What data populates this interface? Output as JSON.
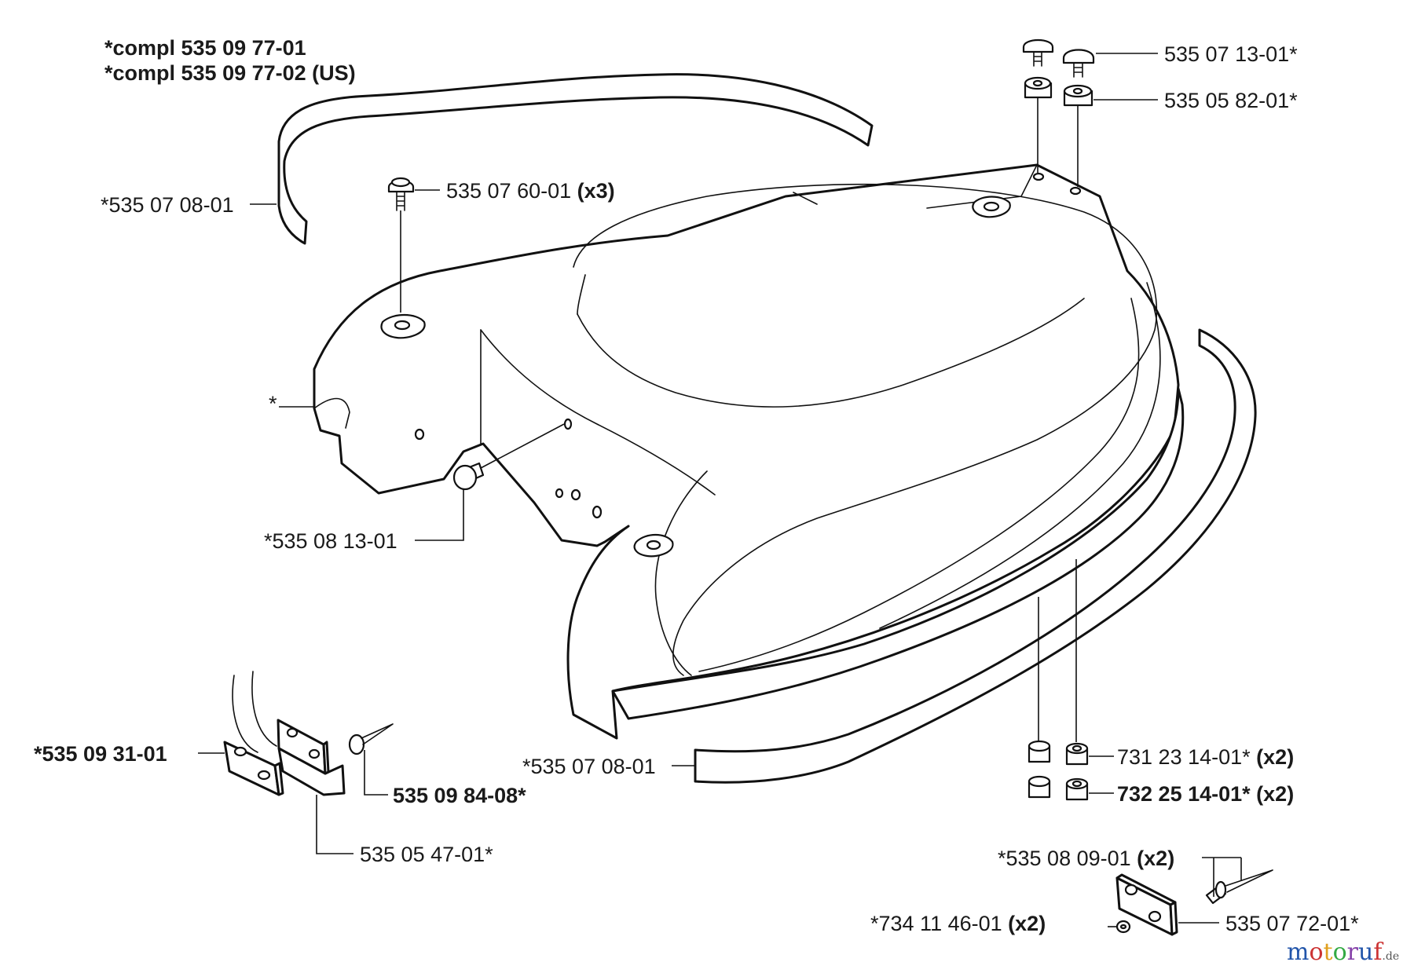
{
  "header": {
    "line1": "*compl 535 09 77-01",
    "line2": "*compl 535 09 77-02 (US)"
  },
  "labels": {
    "l_535071301": "535 07 13-01*",
    "l_535058201": "535 05 82-01*",
    "l_535076001": "535 07 60-01",
    "l_535076001_qty": "(x3)",
    "l_535070801_top": "*535 07 08-01",
    "l_star": "*",
    "l_535081301": "*535 08 13-01",
    "l_535093101": "*535 09 31-01",
    "l_535098408": "535 09 84-08*",
    "l_535054701": "535 05 47-01*",
    "l_535070801_bottom": "*535 07 08-01",
    "l_731231401": "731 23 14-01*",
    "l_731231401_qty": "(x2)",
    "l_732251401": "732 25 14-01*",
    "l_732251401_qty": "(x2)",
    "l_535080901": "*535 08 09-01",
    "l_535080901_qty": "(x2)",
    "l_734114601": "*734 11 46-01",
    "l_734114601_qty": "(x2)",
    "l_535077201": "535 07 72-01*"
  },
  "watermark": {
    "m": "m",
    "o1": "o",
    "t": "t",
    "o2": "o",
    "r": "r",
    "u": "u",
    "f": "f",
    "tld": ".de",
    "colors": [
      "#2255aa",
      "#cc3333",
      "#e0a020",
      "#33aa44",
      "#8844aa",
      "#2255aa",
      "#cc3333"
    ]
  }
}
